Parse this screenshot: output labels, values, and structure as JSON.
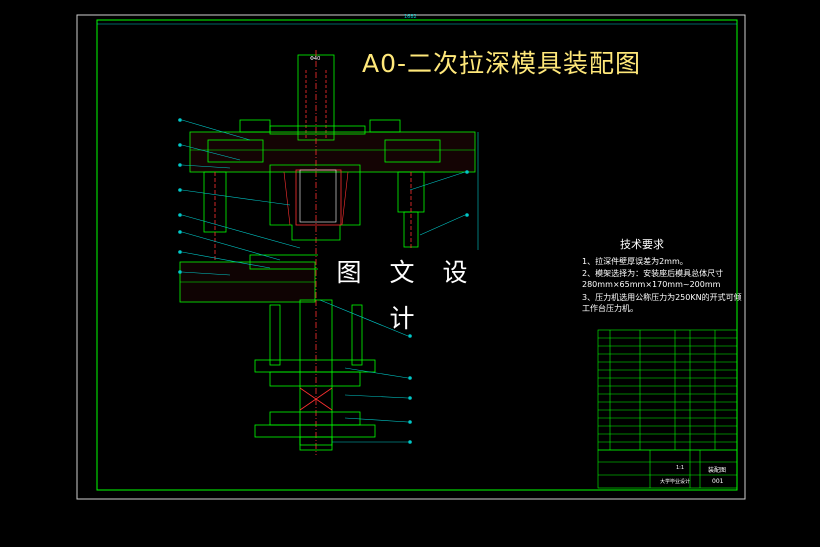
{
  "drawing": {
    "title": "A0-二次拉深模具装配图",
    "overall_dimension": "1682",
    "shaft_dimension": "Φ40"
  },
  "watermark": "图 文 设 计",
  "tech_requirements": {
    "heading": "技术要求",
    "items": [
      "1、拉深件壁厚误差为2mm。",
      "2、模架选择为：安装座后模具总体尺寸280mm×65mm×170mm~200mm",
      "3、压力机选用公称压力为250KN的开式可倾工作台压力机。"
    ]
  },
  "title_block": {
    "drawing_name": "装配图",
    "sheet_code": "001",
    "scale": "1:1",
    "school": "大学毕业设计"
  },
  "colors": {
    "background": "#000000",
    "frame": "#00ff00",
    "title": "#ffe87a",
    "part_outline": "#00ff00",
    "hatch": "#ff3030",
    "centerline": "#ff3030",
    "dimension": "#00c8c8",
    "leader": "#00c8c8",
    "balloon": "#00c8c8",
    "text": "#ffffff"
  }
}
